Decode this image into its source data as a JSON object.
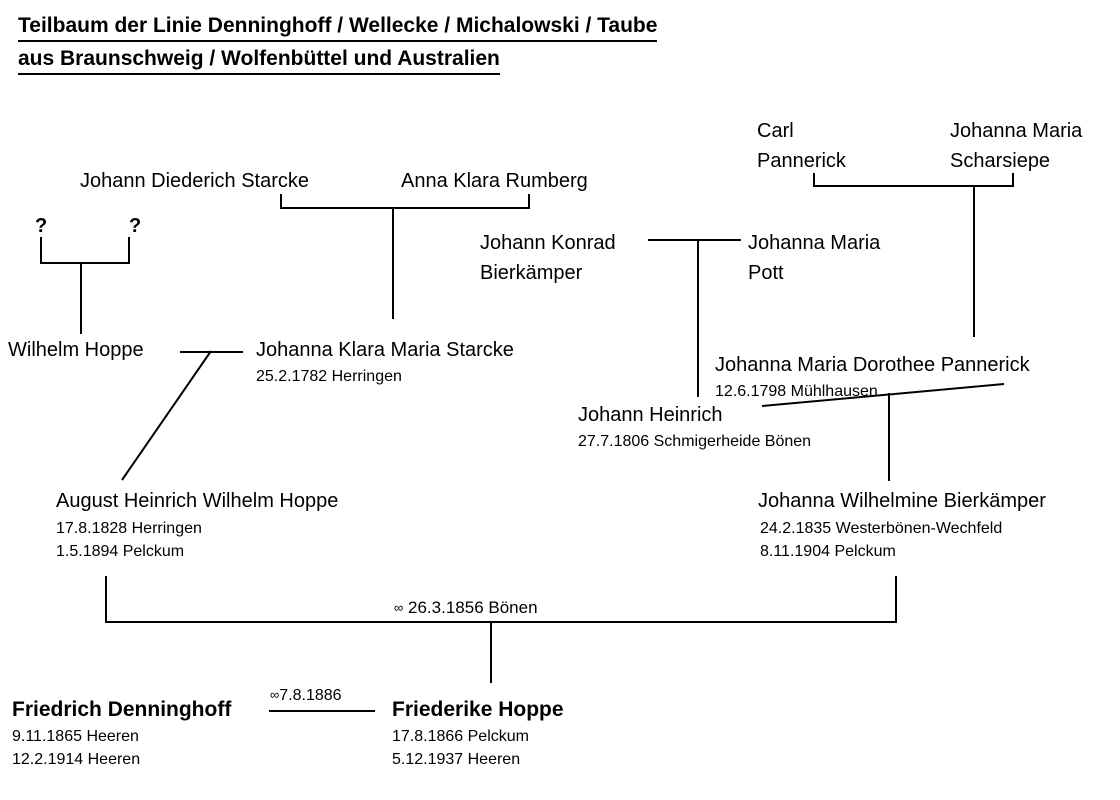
{
  "document": {
    "type": "genealogy-chart",
    "title_line_1": "Teilbaum der Linie Denninghoff / Wellecke / Michalowski / Taube",
    "title_line_2": "aus Braunschweig / Wolfenbüttel und Australien",
    "ink_color": "#000000",
    "background_color": "#ffffff"
  },
  "generation_1": {
    "unknown_father": "?",
    "unknown_mother": "?",
    "starcke_father": "Johann Diederich Starcke",
    "rumberg_mother": "Anna Klara Rumberg",
    "pannerick_father_line_1": "Carl",
    "pannerick_father_line_2": "Pannerick",
    "scharsiepe_mother_line_1": "Johanna Maria",
    "scharsiepe_mother_line_2": "Scharsiepe"
  },
  "generation_2": {
    "bierkaemper_father_line_1": "Johann Konrad",
    "bierkaemper_father_line_2": "Bierkämper",
    "pott_mother_line_1": "Johanna Maria",
    "pott_mother_line_2": "Pott",
    "wilhelm_hoppe": {
      "name": "Wilhelm Hoppe"
    },
    "johanna_starcke": {
      "name": "Johanna Klara Maria Starcke",
      "birth": "25.2.1782 Herringen"
    }
  },
  "generation_3": {
    "dorothee_pannerick": {
      "name": "Johanna Maria Dorothee Pannerick",
      "birth": "12.6.1798 Mühlhausen"
    },
    "johann_heinrich": {
      "name": "Johann Heinrich",
      "birth": "27.7.1806 Schmigerheide Bönen"
    }
  },
  "generation_4": {
    "august_hoppe": {
      "name": "August Heinrich Wilhelm Hoppe",
      "birth": "17.8.1828 Herringen",
      "death": "1.5.1894   Pelckum"
    },
    "wilhelmine_bierkaemper": {
      "name": "Johanna Wilhelmine Bierkämper",
      "birth": "24.2.1835 Westerbönen-Wechfeld",
      "death": "8.11.1904 Pelckum"
    },
    "marriage": {
      "symbol": "∞",
      "label": "26.3.1856 Bönen"
    }
  },
  "generation_5": {
    "friedrich_denninghoff": {
      "name": "Friedrich Denninghoff",
      "birth": "9.11.1865 Heeren",
      "death": "12.2.1914 Heeren"
    },
    "friederike_hoppe": {
      "name": "Friederike Hoppe",
      "birth": "17.8.1866 Pelckum",
      "death": "5.12.1937 Heeren"
    },
    "marriage": {
      "symbol": "∞",
      "label": "7.8.1886"
    }
  },
  "chart_data": {
    "type": "diagram",
    "subtype": "family-tree",
    "people": [
      {
        "id": "p-unknown-1",
        "label": "?",
        "generation": 1
      },
      {
        "id": "p-unknown-2",
        "label": "?",
        "generation": 1
      },
      {
        "id": "p-starcke-jd",
        "label": "Johann Diederich Starcke",
        "generation": 1
      },
      {
        "id": "p-rumberg-ak",
        "label": "Anna Klara Rumberg",
        "generation": 1
      },
      {
        "id": "p-pannerick-carl",
        "label": "Carl Pannerick",
        "generation": 1
      },
      {
        "id": "p-scharsiepe-jm",
        "label": "Johanna Maria Scharsiepe",
        "generation": 1
      },
      {
        "id": "p-bierkaemper-jk",
        "label": "Johann Konrad Bierkämper",
        "generation": 2
      },
      {
        "id": "p-pott-jm",
        "label": "Johanna Maria Pott",
        "generation": 2
      },
      {
        "id": "p-hoppe-wilhelm",
        "label": "Wilhelm Hoppe",
        "generation": 2
      },
      {
        "id": "p-starcke-jkm",
        "label": "Johanna Klara Maria Starcke",
        "birth": "25.2.1782 Herringen",
        "generation": 2
      },
      {
        "id": "p-pannerick-jmd",
        "label": "Johanna Maria Dorothee Pannerick",
        "birth": "12.6.1798 Mühlhausen",
        "generation": 3
      },
      {
        "id": "p-bierkaemper-jh",
        "label": "Johann Heinrich",
        "birth": "27.7.1806 Schmigerheide Bönen",
        "generation": 3
      },
      {
        "id": "p-hoppe-ahw",
        "label": "August Heinrich Wilhelm Hoppe",
        "birth": "17.8.1828 Herringen",
        "death": "1.5.1894 Pelckum",
        "generation": 4
      },
      {
        "id": "p-bierkaemper-jw",
        "label": "Johanna Wilhelmine Bierkämper",
        "birth": "24.2.1835 Westerbönen-Wechfeld",
        "death": "8.11.1904 Pelckum",
        "generation": 4
      },
      {
        "id": "p-denninghoff-f",
        "label": "Friedrich Denninghoff",
        "birth": "9.11.1865 Heeren",
        "death": "12.2.1914 Heeren",
        "generation": 5
      },
      {
        "id": "p-hoppe-friederike",
        "label": "Friederike Hoppe",
        "birth": "17.8.1866 Pelckum",
        "death": "5.12.1937 Heeren",
        "generation": 5
      }
    ],
    "marriages": [
      {
        "partners": [
          "p-unknown-1",
          "p-unknown-2"
        ],
        "children": [
          "p-hoppe-wilhelm"
        ]
      },
      {
        "partners": [
          "p-starcke-jd",
          "p-rumberg-ak"
        ],
        "children": [
          "p-starcke-jkm"
        ]
      },
      {
        "partners": [
          "p-pannerick-carl",
          "p-scharsiepe-jm"
        ],
        "children": [
          "p-pannerick-jmd"
        ]
      },
      {
        "partners": [
          "p-bierkaemper-jk",
          "p-pott-jm"
        ],
        "children": [
          "p-bierkaemper-jh"
        ]
      },
      {
        "partners": [
          "p-hoppe-wilhelm",
          "p-starcke-jkm"
        ],
        "children": [
          "p-hoppe-ahw"
        ]
      },
      {
        "partners": [
          "p-bierkaemper-jh",
          "p-pannerick-jmd"
        ],
        "children": [
          "p-bierkaemper-jw"
        ]
      },
      {
        "partners": [
          "p-hoppe-ahw",
          "p-bierkaemper-jw"
        ],
        "date": "26.3.1856 Bönen",
        "children": [
          "p-hoppe-friederike"
        ]
      },
      {
        "partners": [
          "p-denninghoff-f",
          "p-hoppe-friederike"
        ],
        "date": "7.8.1886",
        "children": []
      }
    ]
  }
}
